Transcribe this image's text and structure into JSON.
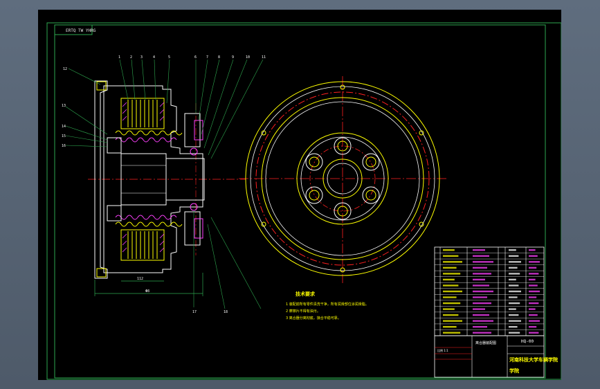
{
  "drawing": {
    "sheet_tag": "ERTQ TW YHRG",
    "title_block": {
      "drawing_name": "离合器装配图",
      "drawing_code": "HQ-00",
      "school": "河南科技大学车辆学院",
      "school_line2": "学院",
      "scale_note": "比例 1:1"
    },
    "tech_requirements": {
      "heading": "技术要求",
      "items": [
        "1 装配前所有零件清洗干净，所有润滑部位涂润滑脂。",
        "2 摩擦片不得有油污。",
        "3 离合器分离彻底，接合平稳可靠。"
      ]
    },
    "dimensions": {
      "small": "112",
      "large": "Φ8"
    },
    "leader_labels": [
      "1",
      "2",
      "3",
      "4",
      "5",
      "6",
      "7",
      "8",
      "9",
      "10",
      "11",
      "12",
      "13",
      "14",
      "15",
      "16",
      "17",
      "18"
    ],
    "bom_rows": 15
  }
}
